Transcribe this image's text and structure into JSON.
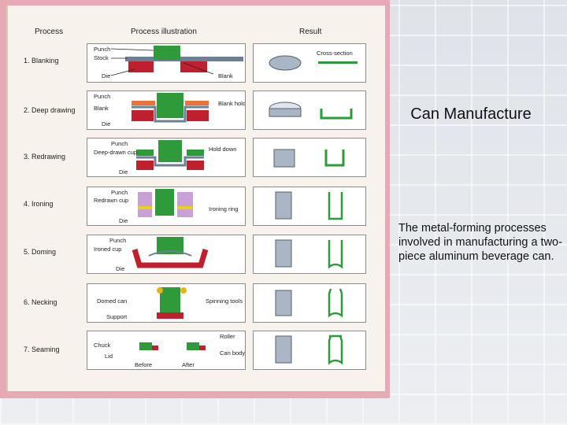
{
  "slide": {
    "title": "Can Manufacture",
    "caption": "The metal-forming processes involved in manufacturing a two-piece aluminum beverage can."
  },
  "figure": {
    "headers": {
      "process": "Process",
      "illustration": "Process illustration",
      "result": "Result"
    },
    "steps": [
      {
        "label": "1. Blanking",
        "illus_labels": [
          "Punch",
          "Stock",
          "Die",
          "Blank"
        ],
        "result_labels": [
          "Cross-section"
        ]
      },
      {
        "label": "2. Deep drawing",
        "illus_labels": [
          "Punch",
          "Blank",
          "Die",
          "Blank holder"
        ]
      },
      {
        "label": "3. Redrawing",
        "illus_labels": [
          "Punch",
          "Deep-drawn cup",
          "Die",
          "Hold down"
        ]
      },
      {
        "label": "4. Ironing",
        "illus_labels": [
          "Punch",
          "Redrawn cup",
          "Die",
          "Ironing ring"
        ]
      },
      {
        "label": "5. Doming",
        "illus_labels": [
          "Punch",
          "Ironed cup",
          "Die"
        ]
      },
      {
        "label": "6. Necking",
        "illus_labels": [
          "Domed can",
          "Support",
          "Spinning tools"
        ]
      },
      {
        "label": "7. Seaming",
        "illus_labels": [
          "Chuck",
          "Lid",
          "Before",
          "After",
          "Roller",
          "Can body"
        ]
      }
    ],
    "colors": {
      "punch": "#2e9a3a",
      "die": "#c0202e",
      "stock": "#6d7f95",
      "holder": "#e8743a",
      "ring": "#e7d21a",
      "purple": "#c9a1d6"
    }
  }
}
